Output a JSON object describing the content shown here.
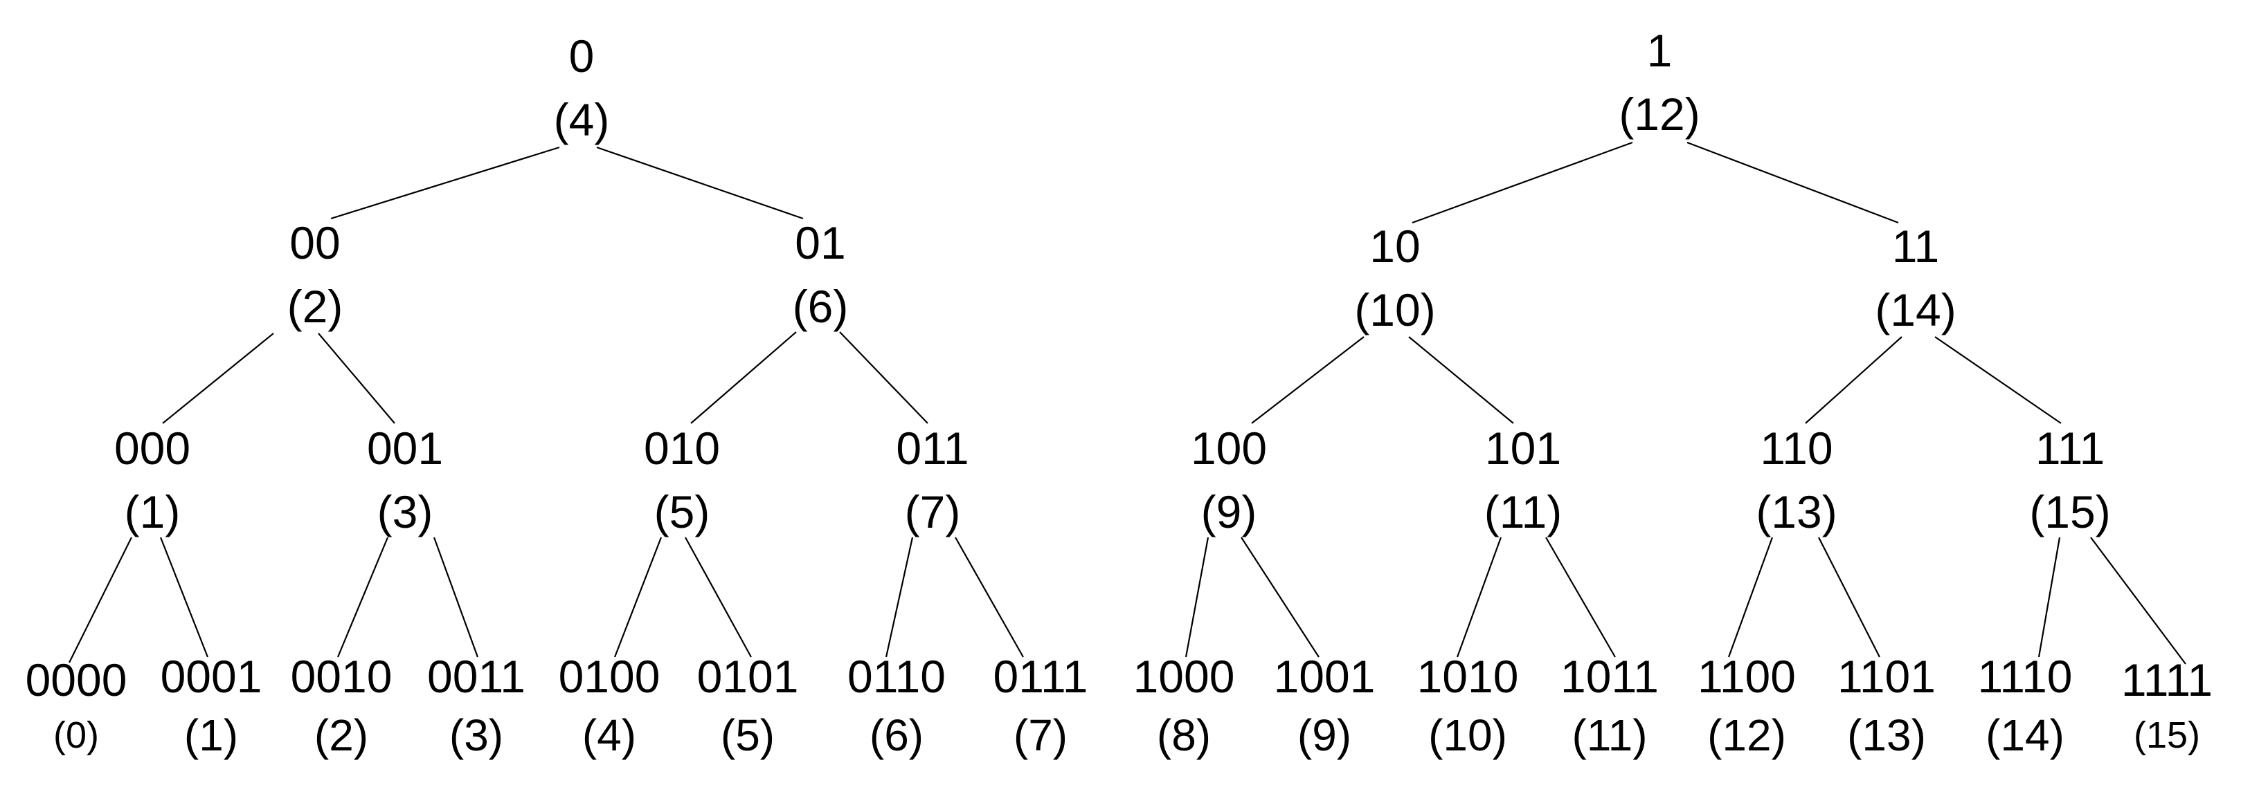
{
  "tree": {
    "nodes": [
      {
        "id": "n0",
        "bits": "0",
        "dec": "(4)",
        "level": 1
      },
      {
        "id": "n1",
        "bits": "1",
        "dec": "(12)",
        "level": 1
      },
      {
        "id": "n00",
        "bits": "00",
        "dec": "(2)",
        "level": 2
      },
      {
        "id": "n01",
        "bits": "01",
        "dec": "(6)",
        "level": 2
      },
      {
        "id": "n10",
        "bits": "10",
        "dec": "(10)",
        "level": 2
      },
      {
        "id": "n11",
        "bits": "11",
        "dec": "(14)",
        "level": 2
      },
      {
        "id": "n000",
        "bits": "000",
        "dec": "(1)",
        "level": 3
      },
      {
        "id": "n001",
        "bits": "001",
        "dec": "(3)",
        "level": 3
      },
      {
        "id": "n010",
        "bits": "010",
        "dec": "(5)",
        "level": 3
      },
      {
        "id": "n011",
        "bits": "011",
        "dec": "(7)",
        "level": 3
      },
      {
        "id": "n100",
        "bits": "100",
        "dec": "(9)",
        "level": 3
      },
      {
        "id": "n101",
        "bits": "101",
        "dec": "(11)",
        "level": 3
      },
      {
        "id": "n110",
        "bits": "110",
        "dec": "(13)",
        "level": 3
      },
      {
        "id": "n111",
        "bits": "111",
        "dec": "(15)",
        "level": 3
      },
      {
        "id": "n0000",
        "bits": "0000",
        "dec": "(0)",
        "level": 4
      },
      {
        "id": "n0001",
        "bits": "0001",
        "dec": "(1)",
        "level": 4
      },
      {
        "id": "n0010",
        "bits": "0010",
        "dec": "(2)",
        "level": 4
      },
      {
        "id": "n0011",
        "bits": "0011",
        "dec": "(3)",
        "level": 4
      },
      {
        "id": "n0100",
        "bits": "0100",
        "dec": "(4)",
        "level": 4
      },
      {
        "id": "n0101",
        "bits": "0101",
        "dec": "(5)",
        "level": 4
      },
      {
        "id": "n0110",
        "bits": "0110",
        "dec": "(6)",
        "level": 4
      },
      {
        "id": "n0111",
        "bits": "0111",
        "dec": "(7)",
        "level": 4
      },
      {
        "id": "n1000",
        "bits": "1000",
        "dec": "(8)",
        "level": 4
      },
      {
        "id": "n1001",
        "bits": "1001",
        "dec": "(9)",
        "level": 4
      },
      {
        "id": "n1010",
        "bits": "1010",
        "dec": "(10)",
        "level": 4
      },
      {
        "id": "n1011",
        "bits": "1011",
        "dec": "(11)",
        "level": 4
      },
      {
        "id": "n1100",
        "bits": "1100",
        "dec": "(12)",
        "level": 4
      },
      {
        "id": "n1101",
        "bits": "1101",
        "dec": "(13)",
        "level": 4
      },
      {
        "id": "n1110",
        "bits": "1110",
        "dec": "(14)",
        "level": 4
      },
      {
        "id": "n1111",
        "bits": "1111",
        "dec": "(15)",
        "level": 4
      }
    ],
    "edges": [
      [
        "n0",
        "n00"
      ],
      [
        "n0",
        "n01"
      ],
      [
        "n1",
        "n10"
      ],
      [
        "n1",
        "n11"
      ],
      [
        "n00",
        "n000"
      ],
      [
        "n00",
        "n001"
      ],
      [
        "n01",
        "n010"
      ],
      [
        "n01",
        "n011"
      ],
      [
        "n10",
        "n100"
      ],
      [
        "n10",
        "n101"
      ],
      [
        "n11",
        "n110"
      ],
      [
        "n11",
        "n111"
      ],
      [
        "n000",
        "n0000"
      ],
      [
        "n000",
        "n0001"
      ],
      [
        "n001",
        "n0010"
      ],
      [
        "n001",
        "n0011"
      ],
      [
        "n010",
        "n0100"
      ],
      [
        "n010",
        "n0101"
      ],
      [
        "n011",
        "n0110"
      ],
      [
        "n011",
        "n0111"
      ],
      [
        "n100",
        "n1000"
      ],
      [
        "n100",
        "n1001"
      ],
      [
        "n101",
        "n1010"
      ],
      [
        "n101",
        "n1011"
      ],
      [
        "n110",
        "n1100"
      ],
      [
        "n110",
        "n1101"
      ],
      [
        "n111",
        "n1110"
      ],
      [
        "n111",
        "n1111"
      ]
    ]
  }
}
